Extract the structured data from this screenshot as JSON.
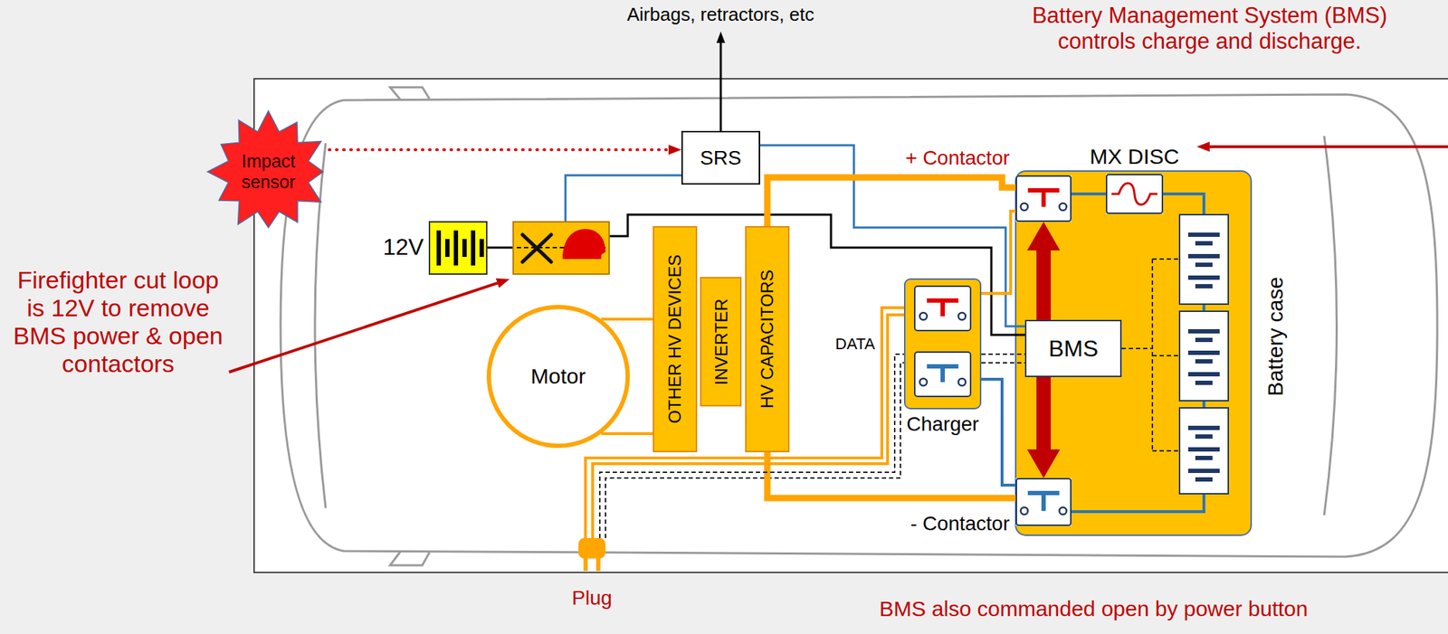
{
  "diagram": {
    "nodes": [
      {
        "text": [
          "Impact sensor"
        ]
      },
      {
        "text": [
          "SRS"
        ]
      },
      {
        "text": [
          "Motor"
        ]
      },
      {
        "text": [
          "OTHER HV DEVICES"
        ]
      },
      {
        "text": [
          "INVERTER"
        ]
      },
      {
        "text": [
          "HV CAPACITORS"
        ]
      },
      {
        "text": [
          "Charger"
        ]
      },
      {
        "text": [
          "Battery case"
        ]
      },
      {
        "text": [
          "+ Contactor"
        ],
        "in": 7
      },
      {
        "text": [
          "MX DISC"
        ],
        "in": 7
      },
      {
        "text": [
          "BMS"
        ],
        "in": 7
      },
      {
        "text": [
          "- Contactor"
        ],
        "in": 7
      },
      {
        "text": [
          "Plug"
        ]
      }
    ],
    "edges": [
      {
        "from": 0,
        "to": 1,
        "arrow": "to"
      },
      {
        "from": 1,
        "to": 10,
        "arrow": "none"
      },
      {
        "from": 10,
        "to": 8,
        "arrow": "to"
      },
      {
        "from": 10,
        "to": 11,
        "arrow": "to"
      },
      {
        "from": 5,
        "to": 8,
        "arrow": "none"
      },
      {
        "from": 5,
        "to": 11,
        "arrow": "none"
      },
      {
        "from": 2,
        "to": 3,
        "arrow": "none"
      },
      {
        "from": 12,
        "to": 6,
        "arrow": "none"
      },
      {
        "from": 12,
        "to": 10,
        "label": "DATA",
        "arrow": "none"
      },
      {
        "from": 8,
        "to": 9,
        "arrow": "none"
      },
      {
        "from": 6,
        "to": 8,
        "arrow": "none"
      },
      {
        "from": 6,
        "to": 11,
        "arrow": "none"
      }
    ],
    "labels": [
      "Airbags, retractors, etc",
      "Battery Management System (BMS) controls charge and discharge.",
      "12V",
      "Firefighter cut loop is 12V to remove BMS power & open contactors",
      "BMS also commanded open by power button"
    ]
  }
}
